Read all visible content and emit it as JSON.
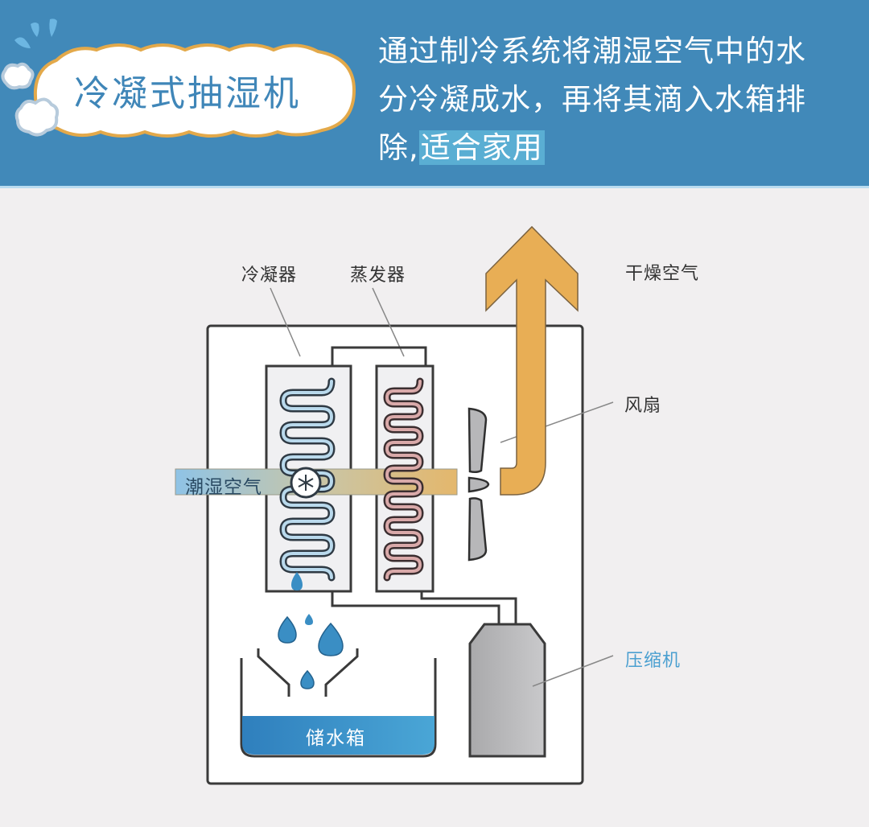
{
  "header": {
    "title": "冷凝式抽湿机",
    "description_line1": "通过制冷系统将潮湿空气中的水",
    "description_line2": "分冷凝成水，再将其滴入水箱排",
    "description_line3_plain": "除,",
    "description_line3_highlight": "适合家用"
  },
  "diagram": {
    "labels": {
      "condenser": "冷凝器",
      "evaporator": "蒸发器",
      "dry_air": "干燥空气",
      "fan": "风扇",
      "humid_air": "潮湿空气",
      "compressor": "压缩机",
      "water_tank": "储水箱"
    },
    "icons": [
      "snowflake-icon",
      "water-drop-icon",
      "fan-icon",
      "up-arrow-icon",
      "cloud-icon"
    ]
  },
  "colors": {
    "header_bg": "#4189b9",
    "title_text": "#3f86b8",
    "cloud_border": "#e3a94a",
    "arrow": "#e8ae55",
    "water": "#3a8ec4",
    "compressor": "#b9b9bb",
    "condenser_coil": "#b9d9ec",
    "evaporator_coil": "#d9a9a9",
    "highlight": "#5aaed3"
  }
}
